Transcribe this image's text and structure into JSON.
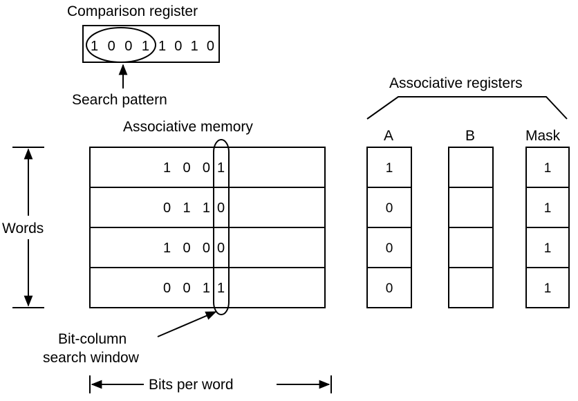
{
  "comparison_register": {
    "label": "Comparison register",
    "pattern_bits": "1 0 0 1",
    "rest_bits": "1 0 1 0",
    "search_pattern_label": "Search pattern"
  },
  "memory": {
    "label": "Associative memory",
    "words_label": "Words",
    "words": [
      {
        "prefix": "1 0 0",
        "bit": "1"
      },
      {
        "prefix": "0 1 1",
        "bit": "0"
      },
      {
        "prefix": "1 0 0",
        "bit": "0"
      },
      {
        "prefix": "0 0 1",
        "bit": "1"
      }
    ],
    "window_label_line1": "Bit-column",
    "window_label_line2": "search window",
    "bits_per_word_label": "Bits per word"
  },
  "registers": {
    "group_label": "Associative registers",
    "columns": [
      {
        "name": "A",
        "values": [
          "1",
          "0",
          "0",
          "0"
        ]
      },
      {
        "name": "B",
        "values": [
          "",
          "",
          "",
          ""
        ]
      },
      {
        "name": "Mask",
        "values": [
          "1",
          "1",
          "1",
          "1"
        ]
      }
    ]
  }
}
